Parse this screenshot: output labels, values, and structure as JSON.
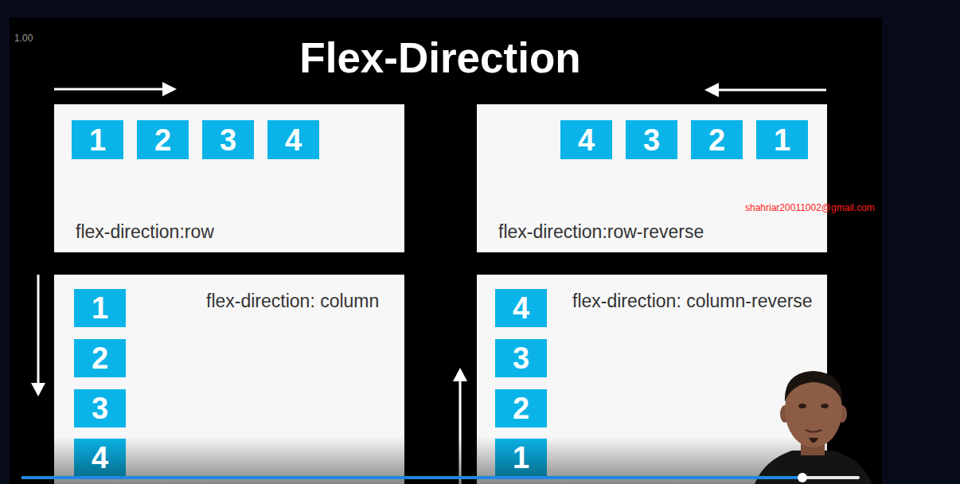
{
  "diagram": {
    "title": "Flex-Direction",
    "nodes": [
      {
        "text": [
          "flex-direction:row"
        ]
      },
      {
        "text": [
          "1"
        ],
        "in": 0
      },
      {
        "text": [
          "2"
        ],
        "in": 0
      },
      {
        "text": [
          "3"
        ],
        "in": 0
      },
      {
        "text": [
          "4"
        ],
        "in": 0
      },
      {
        "text": [
          "flex-direction:row-reverse"
        ]
      },
      {
        "text": [
          "4"
        ],
        "in": 5
      },
      {
        "text": [
          "3"
        ],
        "in": 5
      },
      {
        "text": [
          "2"
        ],
        "in": 5
      },
      {
        "text": [
          "1"
        ],
        "in": 5
      },
      {
        "text": [
          "flex-direction: column"
        ]
      },
      {
        "text": [
          "1"
        ],
        "in": 10
      },
      {
        "text": [
          "2"
        ],
        "in": 10
      },
      {
        "text": [
          "3"
        ],
        "in": 10
      },
      {
        "text": [
          "4"
        ],
        "in": 10
      },
      {
        "text": [
          "flex-direction: column-reverse"
        ]
      },
      {
        "text": [
          "4"
        ],
        "in": 15
      },
      {
        "text": [
          "3"
        ],
        "in": 15
      },
      {
        "text": [
          "2"
        ],
        "in": 15
      },
      {
        "text": [
          "1"
        ],
        "in": 15
      }
    ],
    "labels": [
      "1.00",
      "shahriar20011002@gmail.com"
    ]
  }
}
